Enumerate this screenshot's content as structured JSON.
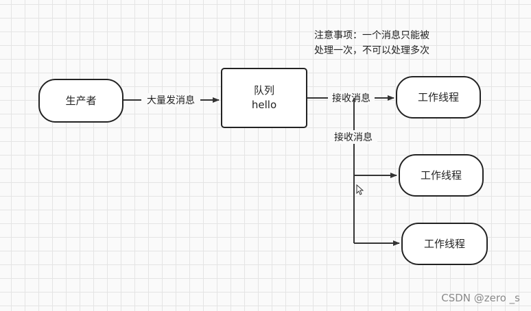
{
  "note": {
    "line1": "注意事项：一个消息只能被",
    "line2": "处理一次，不可以处理多次"
  },
  "nodes": {
    "producer": "生产者",
    "queue_line1": "队列",
    "queue_line2": "hello",
    "worker1": "工作线程",
    "worker2": "工作线程",
    "worker3": "工作线程"
  },
  "edges": {
    "send": "大量发消息",
    "receive1": "接收消息",
    "receive2": "接收消息"
  },
  "watermark": "CSDN @zero _s"
}
